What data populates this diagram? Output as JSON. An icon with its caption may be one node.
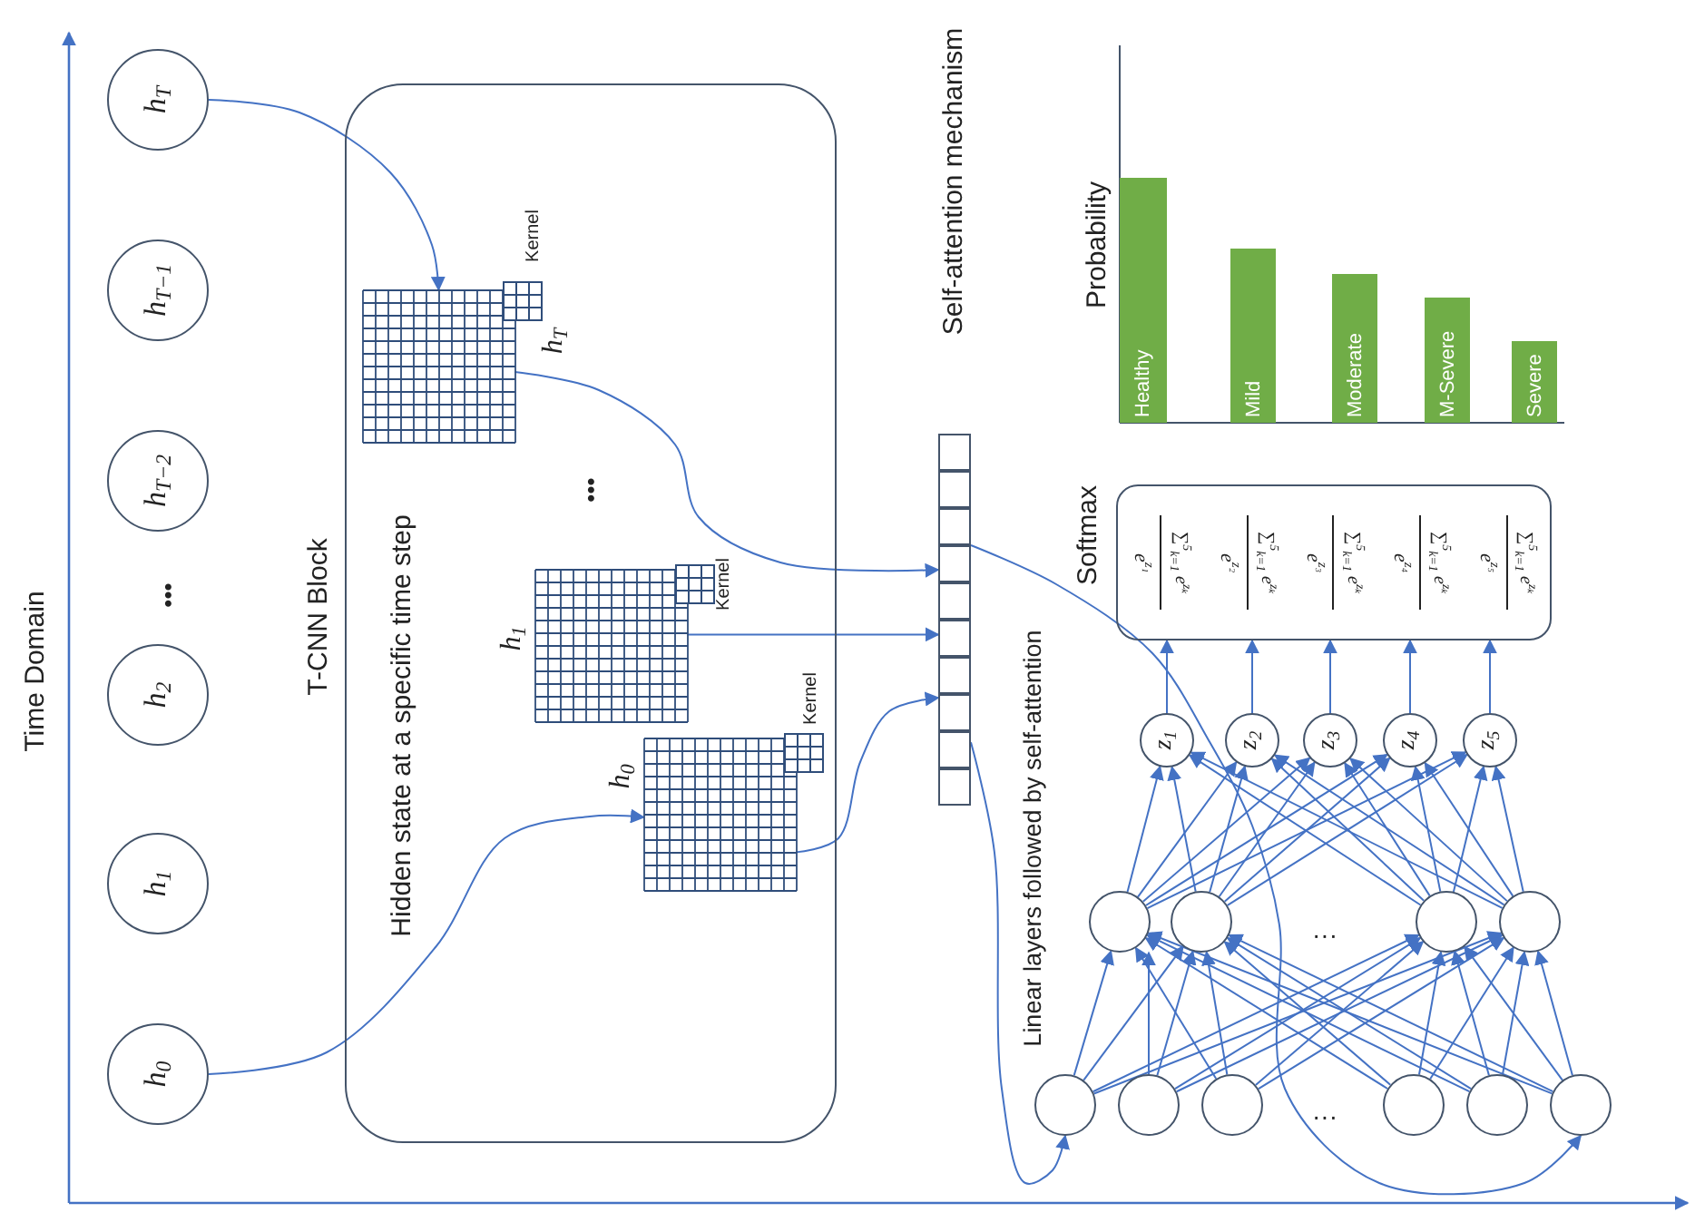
{
  "diagram": {
    "nodes": [
      {
        "text": [
          "h$_{T}$"
        ]
      },
      {
        "text": [
          "h$_{T−1}$"
        ]
      },
      {
        "text": [
          "h$_{T−2}$"
        ]
      },
      {
        "text": [
          "h$_{2}$"
        ]
      },
      {
        "text": [
          "h$_{1}$"
        ]
      },
      {
        "text": [
          "h$_{0}$"
        ]
      },
      {
        "text": [
          "T-CNN Block",
          "Hidden state at a specific time step"
        ]
      },
      {
        "text": [],
        "shape": "grid",
        "in": 6,
        "beside": [
          "h$_{T}$"
        ]
      },
      {
        "text": [],
        "shape": "grid",
        "in": 6,
        "beside": [
          "h$_{1}$"
        ]
      },
      {
        "text": [],
        "shape": "grid",
        "in": 6,
        "beside": [
          "h$_{0}$"
        ]
      },
      {
        "text": [],
        "shape": "bar"
      },
      {
        "text": [],
        "shape": "circle"
      },
      {
        "text": [],
        "shape": "circle"
      },
      {
        "text": [],
        "shape": "circle"
      },
      {
        "text": [],
        "shape": "circle"
      },
      {
        "text": [],
        "shape": "circle"
      },
      {
        "text": [],
        "shape": "circle"
      },
      {
        "text": [],
        "shape": "circle"
      },
      {
        "text": [],
        "shape": "circle"
      },
      {
        "text": [],
        "shape": "circle"
      },
      {
        "text": [],
        "shape": "circle"
      },
      {
        "text": [
          "z$_{1}$"
        ]
      },
      {
        "text": [
          "z$_{2}$"
        ]
      },
      {
        "text": [
          "z$_{3}$"
        ]
      },
      {
        "text": [
          "z$_{4}$"
        ]
      },
      {
        "text": [
          "z$_{5}$"
        ]
      },
      {
        "text": [
          "Softmax",
          "e$^{z₁}$",
          "∑$^{5}$$_{k=1}$ e$^{zₖ}$",
          "e$^{z₂}$",
          "∑$^{5}$$_{k=1}$ e$^{zₖ}$",
          "e$^{z₃}$",
          "∑$^{5}$$_{k=1}$ e$^{zₖ}$",
          "e$^{z₄}$",
          "∑$^{5}$$_{k=1}$ e$^{zₖ}$",
          "e$^{z₅}$",
          "∑$^{5}$$_{k=1}$ e$^{zₖ}$"
        ]
      }
    ],
    "edges": [
      {
        "from": 5,
        "to": 9,
        "arrow": "to"
      },
      {
        "from": 0,
        "to": 7,
        "arrow": "to"
      },
      {
        "from": 7,
        "to": 10,
        "arrow": "to"
      },
      {
        "from": 8,
        "to": 10,
        "arrow": "to"
      },
      {
        "from": 9,
        "to": 10,
        "arrow": "to"
      },
      {
        "from": 10,
        "to": 11,
        "arrow": "to"
      },
      {
        "from": 10,
        "to": 16,
        "arrow": "to"
      },
      {
        "from": 11,
        "to": 17,
        "arrow": "to"
      },
      {
        "from": 11,
        "to": 18,
        "arrow": "to"
      },
      {
        "from": 11,
        "to": 19,
        "arrow": "to"
      },
      {
        "from": 11,
        "to": 20,
        "arrow": "to"
      },
      {
        "from": 12,
        "to": 17,
        "arrow": "to"
      },
      {
        "from": 12,
        "to": 18,
        "arrow": "to"
      },
      {
        "from": 12,
        "to": 19,
        "arrow": "to"
      },
      {
        "from": 12,
        "to": 20,
        "arrow": "to"
      },
      {
        "from": 13,
        "to": 17,
        "arrow": "to"
      },
      {
        "from": 13,
        "to": 18,
        "arrow": "to"
      },
      {
        "from": 13,
        "to": 19,
        "arrow": "to"
      },
      {
        "from": 13,
        "to": 20,
        "arrow": "to"
      },
      {
        "from": 14,
        "to": 17,
        "arrow": "to"
      },
      {
        "from": 14,
        "to": 18,
        "arrow": "to"
      },
      {
        "from": 14,
        "to": 19,
        "arrow": "to"
      },
      {
        "from": 14,
        "to": 20,
        "arrow": "to"
      },
      {
        "from": 15,
        "to": 17,
        "arrow": "to"
      },
      {
        "from": 15,
        "to": 18,
        "arrow": "to"
      },
      {
        "from": 15,
        "to": 19,
        "arrow": "to"
      },
      {
        "from": 15,
        "to": 20,
        "arrow": "to"
      },
      {
        "from": 16,
        "to": 17,
        "arrow": "to"
      },
      {
        "from": 16,
        "to": 18,
        "arrow": "to"
      },
      {
        "from": 16,
        "to": 19,
        "arrow": "to"
      },
      {
        "from": 16,
        "to": 20,
        "arrow": "to"
      },
      {
        "from": 17,
        "to": 21,
        "arrow": "to"
      },
      {
        "from": 17,
        "to": 22,
        "arrow": "to"
      },
      {
        "from": 17,
        "to": 23,
        "arrow": "to"
      },
      {
        "from": 17,
        "to": 24,
        "arrow": "to"
      },
      {
        "from": 17,
        "to": 25,
        "arrow": "to"
      },
      {
        "from": 18,
        "to": 21,
        "arrow": "to"
      },
      {
        "from": 18,
        "to": 22,
        "arrow": "to"
      },
      {
        "from": 18,
        "to": 23,
        "arrow": "to"
      },
      {
        "from": 18,
        "to": 24,
        "arrow": "to"
      },
      {
        "from": 18,
        "to": 25,
        "arrow": "to"
      },
      {
        "from": 19,
        "to": 21,
        "arrow": "to"
      },
      {
        "from": 19,
        "to": 22,
        "arrow": "to"
      },
      {
        "from": 19,
        "to": 23,
        "arrow": "to"
      },
      {
        "from": 19,
        "to": 24,
        "arrow": "to"
      },
      {
        "from": 19,
        "to": 25,
        "arrow": "to"
      },
      {
        "from": 20,
        "to": 21,
        "arrow": "to"
      },
      {
        "from": 20,
        "to": 22,
        "arrow": "to"
      },
      {
        "from": 20,
        "to": 23,
        "arrow": "to"
      },
      {
        "from": 20,
        "to": 24,
        "arrow": "to"
      },
      {
        "from": 20,
        "to": 25,
        "arrow": "to"
      },
      {
        "from": 21,
        "to": 26,
        "arrow": "to"
      },
      {
        "from": 22,
        "to": 26,
        "arrow": "to"
      },
      {
        "from": 23,
        "to": 26,
        "arrow": "to"
      },
      {
        "from": 24,
        "to": 26,
        "arrow": "to"
      },
      {
        "from": 25,
        "to": 26,
        "arrow": "to"
      }
    ],
    "labels": [
      "Time Domain",
      "•••",
      "Kernel",
      "•••",
      "Kernel",
      "Kernel",
      "Self-attention mechanism",
      "Probability",
      "Healthy",
      "Mild",
      "Moderate",
      "M-Severe",
      "Severe",
      "Linear layers followed by self-attention",
      "···",
      "···"
    ]
  }
}
